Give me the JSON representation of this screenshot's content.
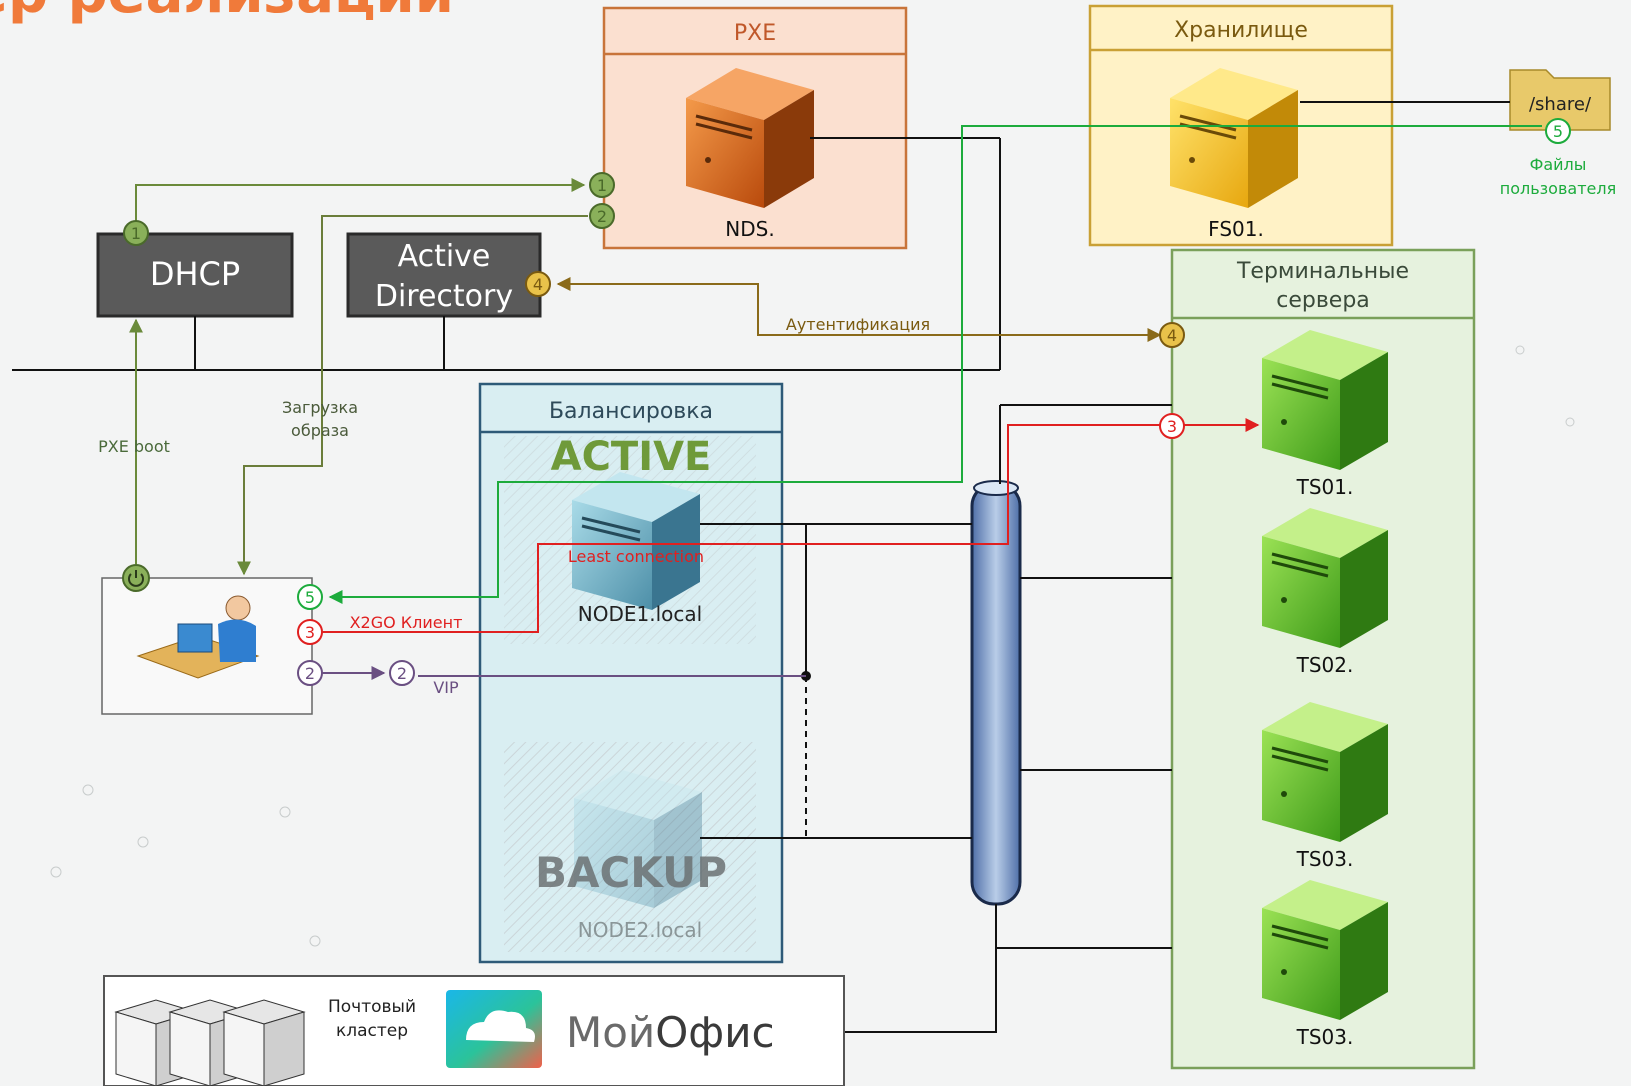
{
  "title_fragment": "ер реализации",
  "boxes": {
    "pxe": {
      "title": "PXE",
      "server": "NDS."
    },
    "storage": {
      "title": "Хранилище",
      "server": "FS01."
    },
    "share": {
      "label": "/share/",
      "files_label_1": "Файлы",
      "files_label_2": "пользователя"
    },
    "terminal": {
      "title_1": "Терминальные",
      "title_2": "сервера",
      "servers": [
        "TS01.",
        "TS02.",
        "TS03.",
        "TS03."
      ]
    },
    "dhcp": {
      "label": "DHCP"
    },
    "ad": {
      "label_1": "Active",
      "label_2": "Directory"
    },
    "balancer": {
      "title": "Балансировка",
      "active": "ACTIVE",
      "node1": "NODE1.local",
      "backup": "BACKUP",
      "node2": "NODE2.local"
    },
    "mail": {
      "label_1": "Почтовый",
      "label_2": "кластер",
      "brand_1": "Мой",
      "brand_2": "Офис"
    }
  },
  "flows": {
    "pxe_boot": "PXE boot",
    "image_load_1": "Загрузка",
    "image_load_2": "образа",
    "auth": "Аутентификация",
    "least_connection": "Least connection",
    "x2go": "X2GO Клиент",
    "vip": "VIP"
  },
  "steps": {
    "one": "1",
    "two": "2",
    "three": "3",
    "four": "4",
    "five": "5"
  },
  "colors": {
    "accent_orange": "#f07a3a",
    "pxe_fill": "#fbe0d0",
    "storage_fill": "#fff2c6",
    "terminal_fill": "#e6f2de",
    "balancer_fill": "#d9eef2",
    "step1": "#7a9a4a",
    "step2": "#6a7d3a",
    "green": "#1cab3c",
    "red": "#e02020",
    "purple": "#6a4f82",
    "auth": "#8a6a1a"
  }
}
